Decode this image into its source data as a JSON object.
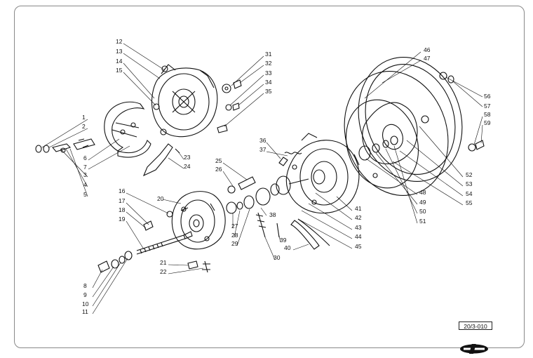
{
  "diagram": {
    "drawing_ref": "20/3-010",
    "part_numbers": [
      "1",
      "2",
      "3",
      "4",
      "5",
      "6",
      "7",
      "8",
      "9",
      "10",
      "11",
      "12",
      "13",
      "14",
      "15",
      "16",
      "17",
      "18",
      "19",
      "20",
      "21",
      "22",
      "23",
      "24",
      "25",
      "26",
      "27",
      "28",
      "29",
      "30",
      "31",
      "32",
      "33",
      "34",
      "35",
      "36",
      "37",
      "38",
      "39",
      "40",
      "41",
      "42",
      "43",
      "44",
      "45",
      "46",
      "47",
      "48",
      "49",
      "50",
      "51",
      "52",
      "53",
      "54",
      "55",
      "56",
      "57",
      "58",
      "59"
    ]
  },
  "logo": {
    "name": "innocenti-logo"
  }
}
